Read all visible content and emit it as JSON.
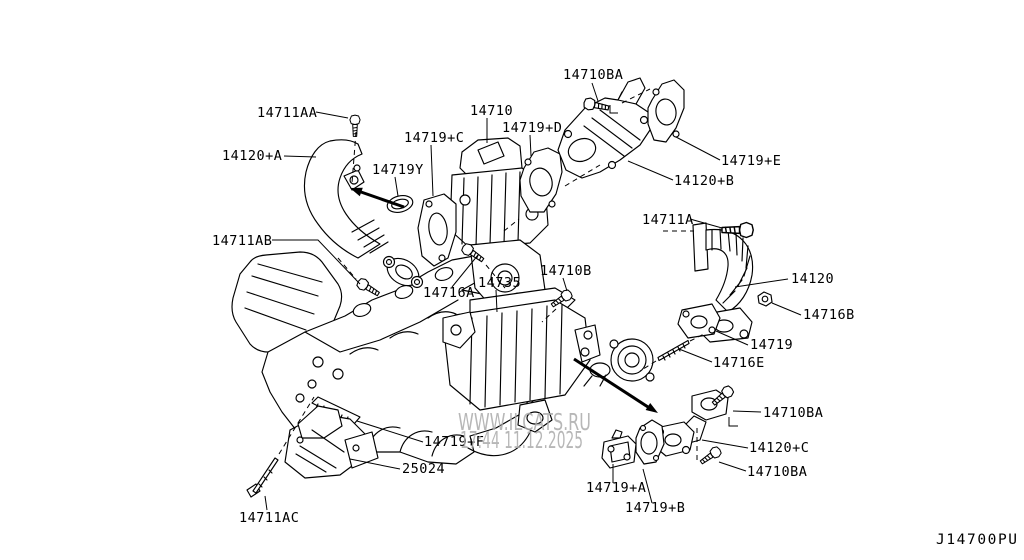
{
  "colors": {
    "ink": "#000000",
    "background": "#ffffff",
    "watermark": "#ababab"
  },
  "watermark": {
    "line1": "WWW.ILCATS.RU",
    "line2": "17:44 11.12.2025"
  },
  "footer": {
    "diagram_code": "J14700PU"
  },
  "callouts": [
    {
      "id": "14710BA-top",
      "label": "14710BA"
    },
    {
      "id": "14711AA",
      "label": "14711AA"
    },
    {
      "id": "14710",
      "label": "14710"
    },
    {
      "id": "14719-C",
      "label": "14719+C"
    },
    {
      "id": "14719-D",
      "label": "14719+D"
    },
    {
      "id": "14120-A",
      "label": "14120+A"
    },
    {
      "id": "14719Y",
      "label": "14719Y"
    },
    {
      "id": "14719-E",
      "label": "14719+E"
    },
    {
      "id": "14120-B",
      "label": "14120+B"
    },
    {
      "id": "14711A",
      "label": "14711A"
    },
    {
      "id": "14711AB",
      "label": "14711AB"
    },
    {
      "id": "14710B",
      "label": "14710B"
    },
    {
      "id": "14120",
      "label": "14120"
    },
    {
      "id": "14716A",
      "label": "14716A"
    },
    {
      "id": "14735",
      "label": "14735"
    },
    {
      "id": "14716B",
      "label": "14716B"
    },
    {
      "id": "14719",
      "label": "14719"
    },
    {
      "id": "14716E",
      "label": "14716E"
    },
    {
      "id": "14710BA-right",
      "label": "14710BA"
    },
    {
      "id": "14719-F",
      "label": "14719+F"
    },
    {
      "id": "14120-C",
      "label": "14120+C"
    },
    {
      "id": "25024",
      "label": "25024"
    },
    {
      "id": "14710BA-bottom",
      "label": "14710BA"
    },
    {
      "id": "14719-A",
      "label": "14719+A"
    },
    {
      "id": "14719-B",
      "label": "14719+B"
    },
    {
      "id": "14711AC",
      "label": "14711AC"
    }
  ]
}
